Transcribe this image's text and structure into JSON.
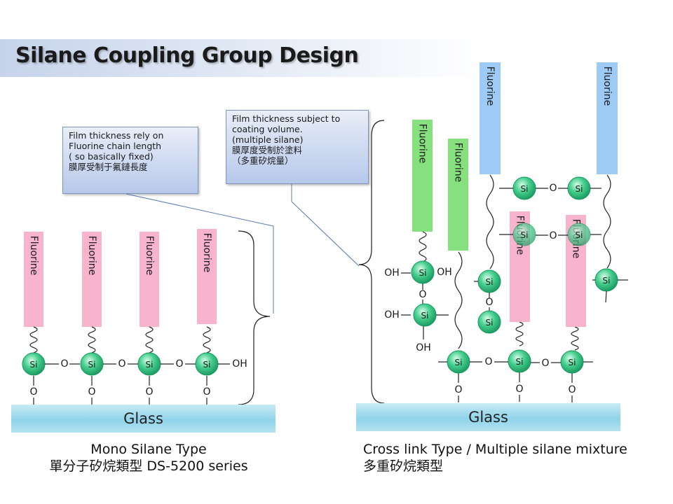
{
  "title": "Silane Coupling Group Design",
  "notes": {
    "left": [
      "Film thickness rely on",
      "Fluorine chain length",
      "( so basically fixed)",
      "膜厚受制于氟鏈長度"
    ],
    "right": [
      "Film thickness subject to",
      "coating  volume.",
      " (multiple silane)",
      "膜厚度受制於塗料",
      " （多重矽烷量）"
    ]
  },
  "labels": {
    "fluorine": "Fluorine",
    "si": "Si",
    "o": "O",
    "oh": "OH"
  },
  "glass_label": "Glass",
  "captions": {
    "mono_line1": "Mono Silane Type",
    "mono_line2": "單分子矽烷類型 DS-5200 series",
    "cross_line1": "Cross link Type / Multiple silane mixture",
    "cross_line2": "多重矽烷類型"
  },
  "colors": {
    "fluorine_pink": "#f8b4cc",
    "fluorine_green": "#86e07e",
    "fluorine_blue": "#9ecbf5",
    "si_green": "#45cf8e"
  }
}
